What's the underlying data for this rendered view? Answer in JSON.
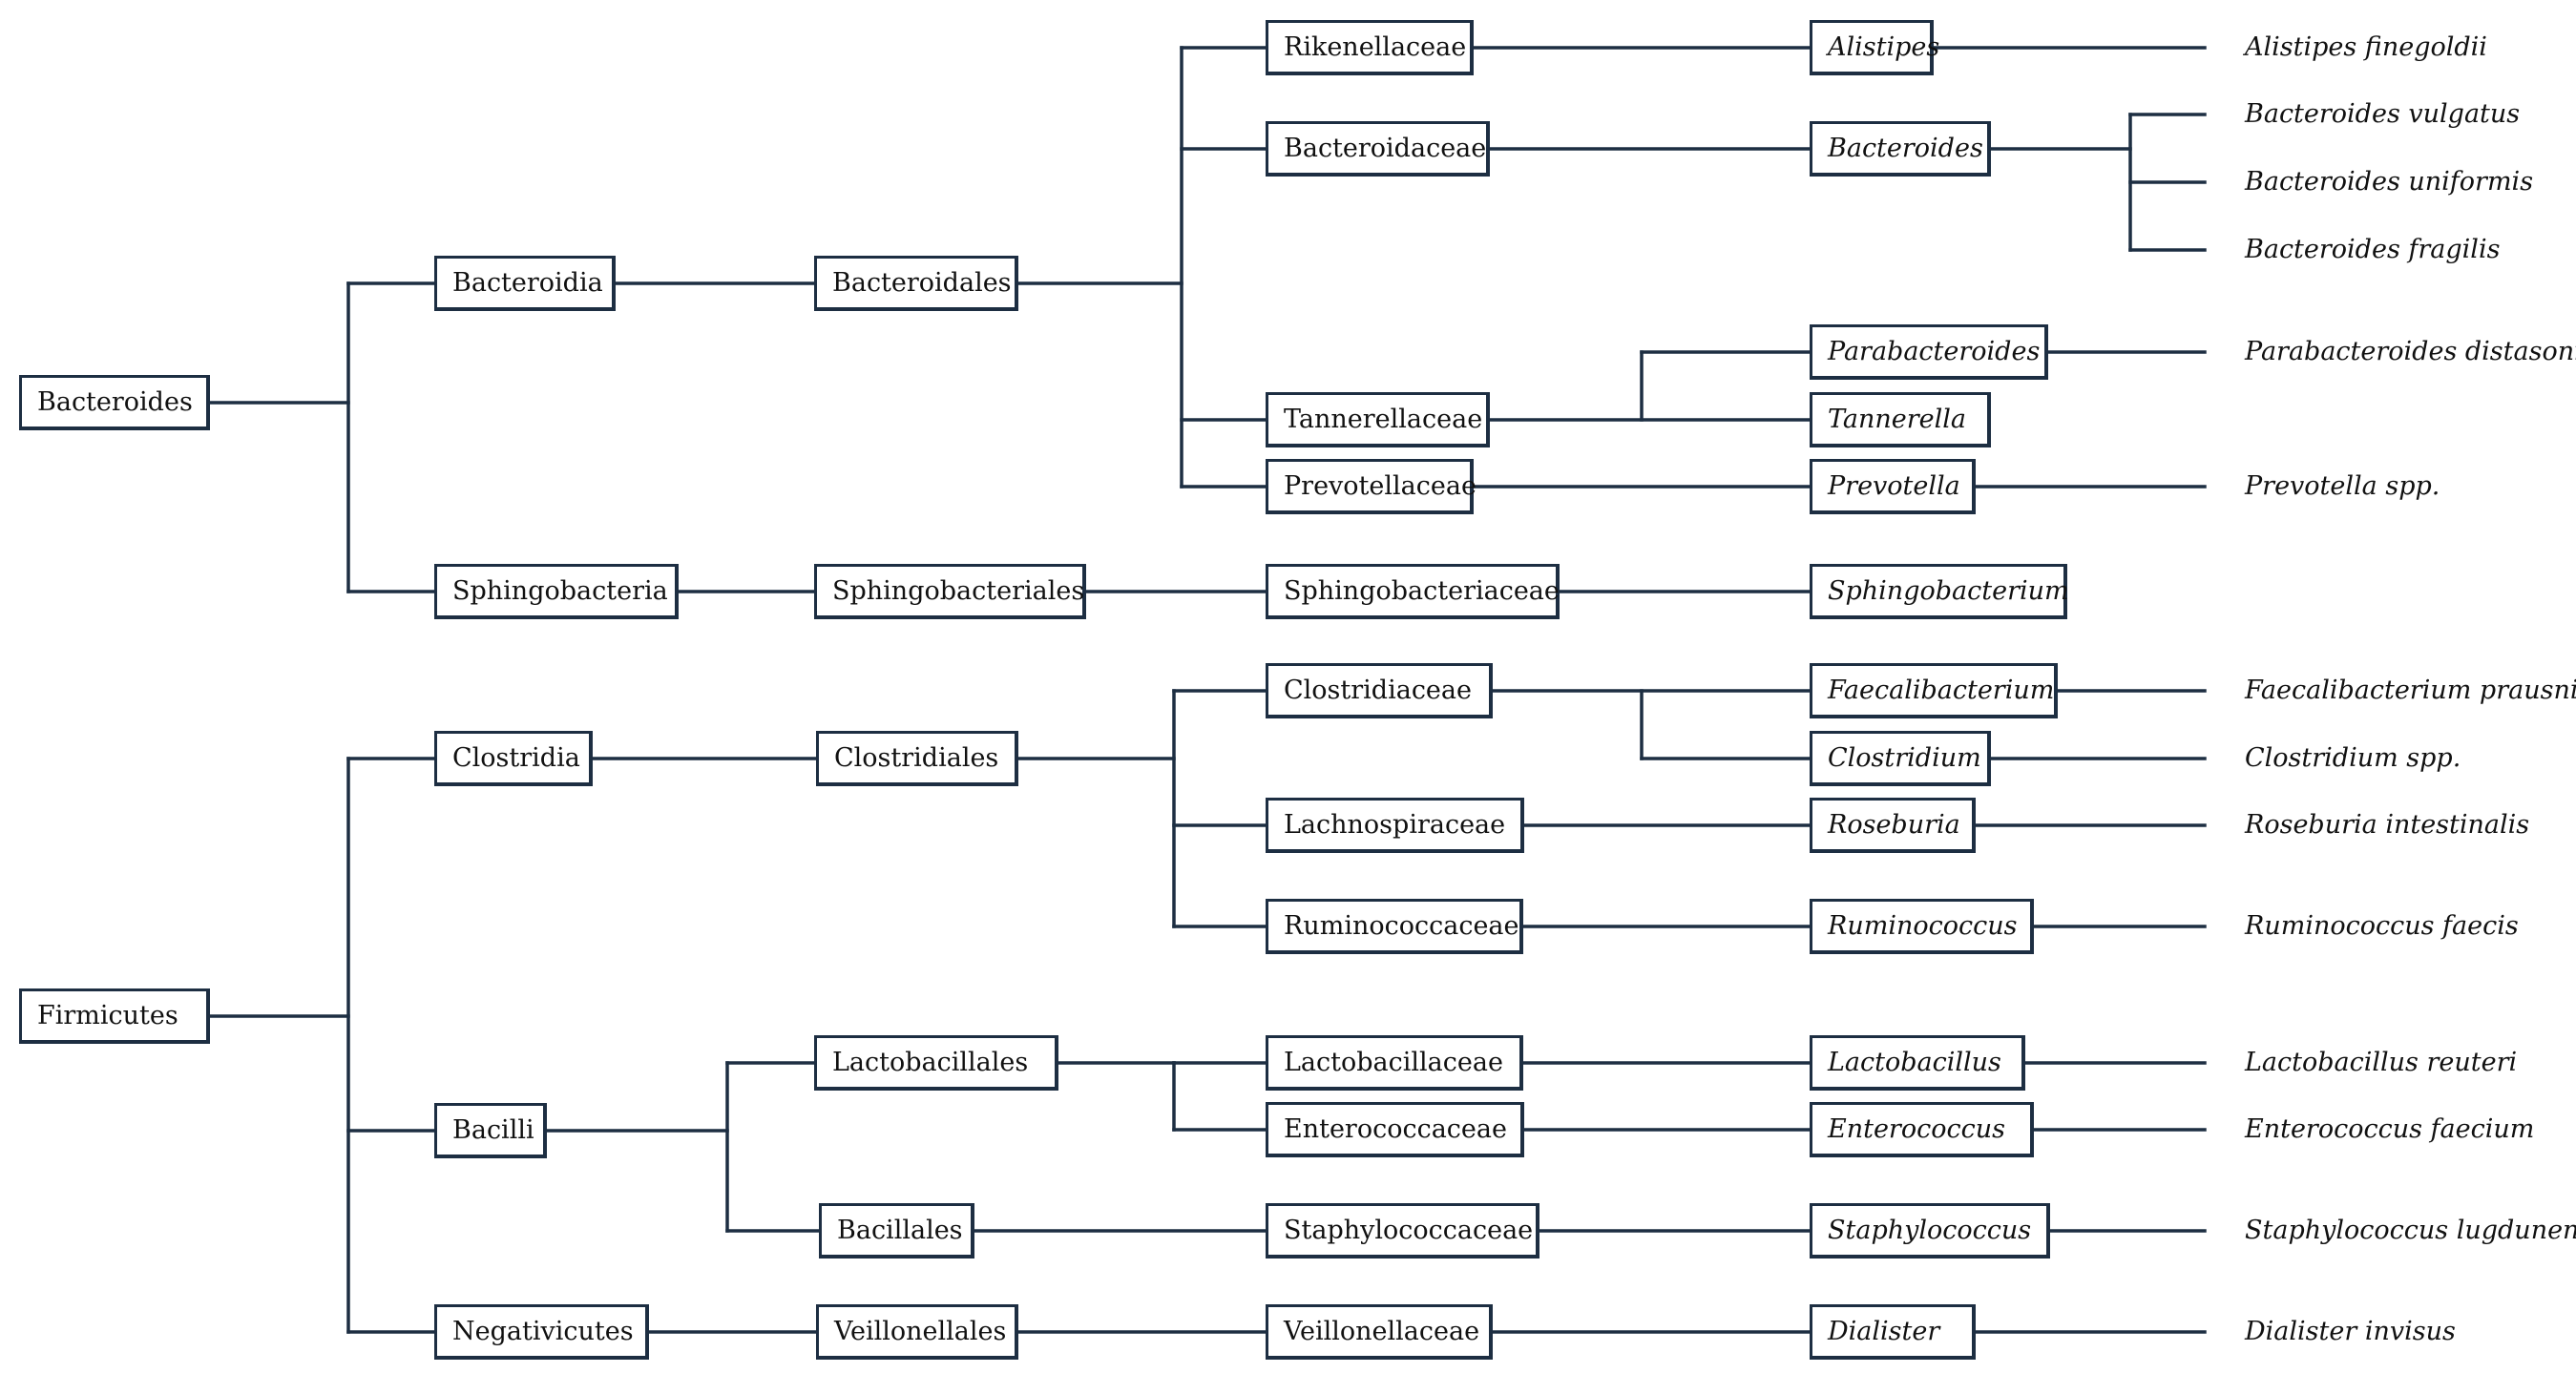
{
  "colors": {
    "line": "#1d2e42",
    "text": "#111111",
    "box_border": "#1d2e42"
  },
  "nodes": {
    "bacteroides": "Bacteroides",
    "bacteroidia": "Bacteroidia",
    "bacteroidales": "Bacteroidales",
    "rikenellaceae": "Rikenellaceae",
    "alistipes": "Alistipes",
    "bacteroidaceae": "Bacteroidaceae",
    "bacteroides_genus": "Bacteroides",
    "tannerellaceae": "Tannerellaceae",
    "parabacteroides": "Parabacteroides",
    "tannerella": "Tannerella",
    "prevotellaceae": "Prevotellaceae",
    "prevotella": "Prevotella",
    "sphingobacteria": "Sphingobacteria",
    "sphingobacteriales": "Sphingobacteriales",
    "sphingobacteriaceae": "Sphingobacteriaceae",
    "sphingobacterium": "Sphingobacterium",
    "firmicutes": "Firmicutes",
    "clostridia": "Clostridia",
    "clostridiales": "Clostridiales",
    "clostridiaceae": "Clostridiaceae",
    "faecalibacterium": "Faecalibacterium",
    "clostridium": "Clostridium",
    "lachnospiraceae": "Lachnospiraceae",
    "roseburia": "Roseburia",
    "ruminococcaceae": "Ruminococcaceae",
    "ruminococcus": "Ruminococcus",
    "bacilli": "Bacilli",
    "lactobacillales": "Lactobacillales",
    "lactobacillaceae": "Lactobacillaceae",
    "lactobacillus": "Lactobacillus",
    "enterococcaceae": "Enterococcaceae",
    "enterococcus": "Enterococcus",
    "bacillales": "Bacillales",
    "staphylococcaceae": "Staphylococcaceae",
    "staphylococcus": "Staphylococcus",
    "negativicutes": "Negativicutes",
    "veillonellales": "Veillonellales",
    "veillonellaceae": "Veillonellaceae",
    "dialister": "Dialister"
  },
  "species": {
    "alistipes_finegoldii": "Alistipes finegoldii",
    "bacteroides_vulgatus": "Bacteroides vulgatus",
    "bacteroides_uniformis": "Bacteroides uniformis",
    "bacteroides_fragilis": "Bacteroides fragilis",
    "parabacteroides_distasonis": "Parabacteroides distasonis",
    "prevotella_spp": "Prevotella spp.",
    "faecalibacterium_prausnitzii": "Faecalibacterium prausnitzii",
    "clostridium_spp": "Clostridium spp.",
    "roseburia_intestinalis": "Roseburia intestinalis",
    "ruminococcus_faecis": "Ruminococcus faecis",
    "lactobacillus_reuteri": "Lactobacillus reuteri",
    "enterococcus_faecium": "Enterococcus faecium",
    "staphylococcus_lugdunensis": "Staphylococcus lugdunensis",
    "dialister_invisus": "Dialister invisus"
  }
}
